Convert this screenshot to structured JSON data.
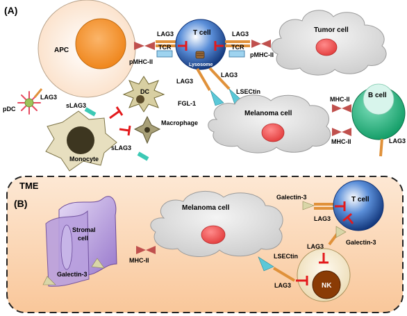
{
  "panels": {
    "a": "(A)",
    "b": "(B)",
    "tme": "TME"
  },
  "panel_a": {
    "apc": "APC",
    "t_cell": "T cell",
    "lysosome": "Lysosome",
    "tumor_cell": "Tumor cell",
    "melanoma_cell": "Melanoma cell",
    "b_cell": "B cell",
    "pdc": "pDC",
    "dc": "DC",
    "macrophage": "Macrophage",
    "monocyte": "Monocyte",
    "lag3": "LAG3",
    "tcr": "TCR",
    "pmhc_ii": "pMHC-II",
    "slag3": "sLAG3",
    "fgl1": "FGL-1",
    "lsectin": "LSECtin",
    "mhc_ii": "MHC-II"
  },
  "panel_b": {
    "stromal_cell_line1": "Stromal",
    "stromal_cell_line2": "cell",
    "galectin3": "Galectin-3",
    "melanoma_cell": "Melanoma cell",
    "mhc_ii": "MHC-II",
    "lsectin": "LSECtin",
    "lag3": "LAG3",
    "t_cell": "T cell",
    "nk": "NK"
  },
  "colors": {
    "apc_outer": "#fde7d4",
    "apc_nucleus": "#f7962d",
    "t_cell_blue": "#1f4e9c",
    "cloud_grey": "#d9d9d9",
    "nucleus_red": "#e84040",
    "b_cell_green": "#16a56e",
    "inhibit_red": "#e31a1c",
    "lag3_orange": "#e0913a",
    "slag3_teal": "#3cc9b5",
    "mhc_red": "#c0504d",
    "lsectin_teal": "#5ac8d8",
    "tme_bg": "#fcd9b8",
    "stromal_purple": "#a98bd6",
    "nk_brown": "#8a3b05",
    "nk_outer": "#f3e6c8"
  }
}
